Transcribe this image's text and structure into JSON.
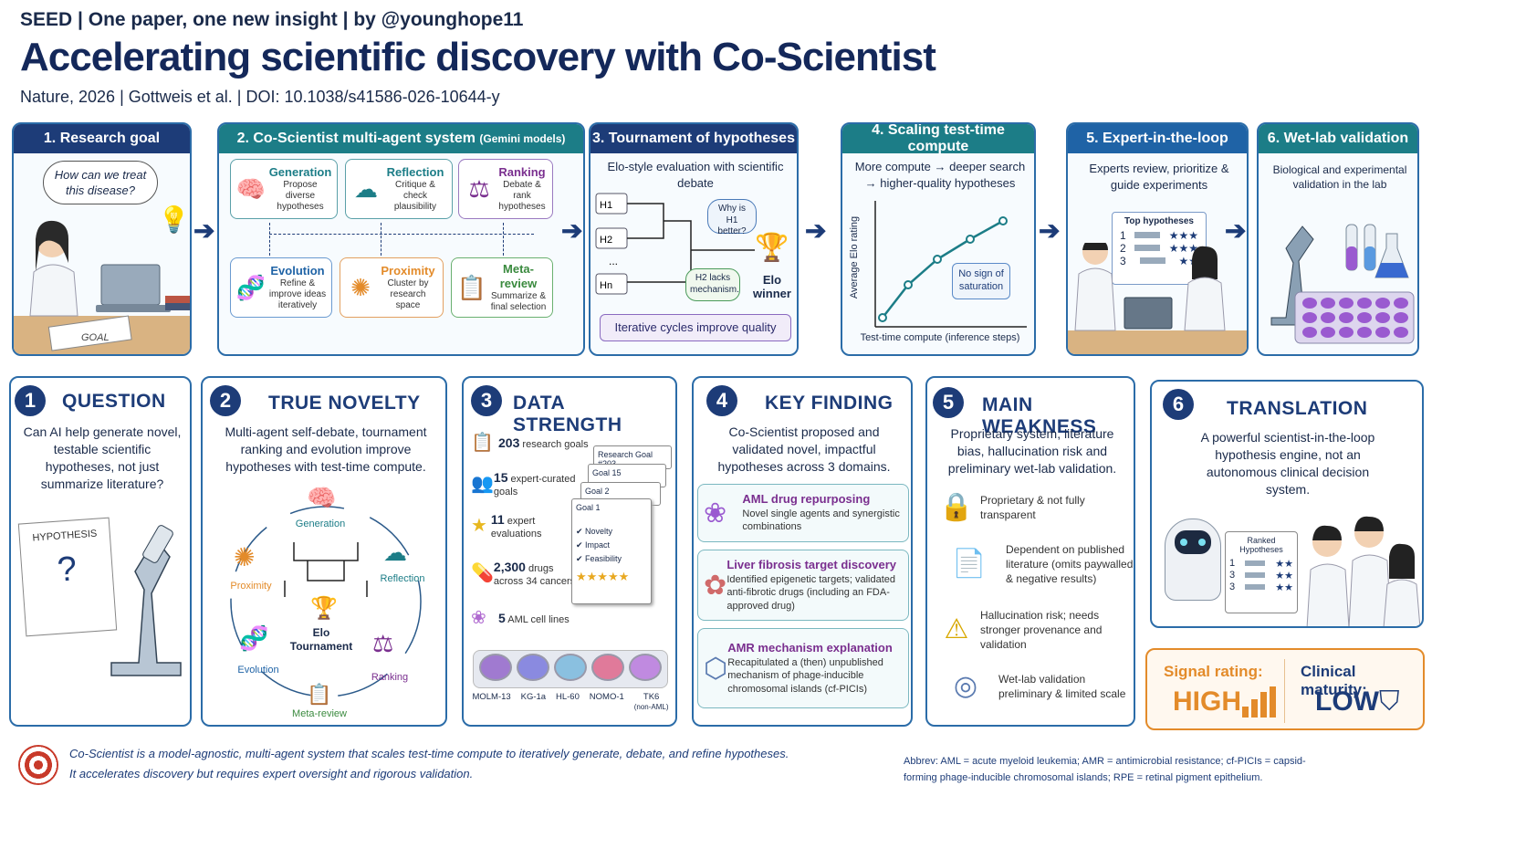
{
  "header": {
    "tagline": "SEED | One paper, one new insight | by @younghope11",
    "title": "Accelerating scientific discovery with Co-Scientist",
    "citation": "Nature, 2026 | Gottweis et al. | DOI: 10.1038/s41586-026-10644-y"
  },
  "pipeline": {
    "p1": {
      "title": "1. Research goal",
      "bubble": "How can we treat this disease?",
      "goal_label": "GOAL"
    },
    "p2": {
      "title": "2. Co-Scientist multi-agent system",
      "title_suffix": "(Gemini models)",
      "agents": [
        {
          "name": "Generation",
          "desc": "Propose diverse hypotheses",
          "icon": "brain-icon"
        },
        {
          "name": "Reflection",
          "desc": "Critique & check plausibility",
          "icon": "thought-cloud-icon"
        },
        {
          "name": "Ranking",
          "desc": "Debate & rank hypotheses",
          "icon": "scales-icon"
        },
        {
          "name": "Evolution",
          "desc": "Refine & improve ideas iteratively",
          "icon": "dna-icon"
        },
        {
          "name": "Proximity",
          "desc": "Cluster by research space",
          "icon": "network-icon"
        },
        {
          "name": "Meta-review",
          "desc": "Summarize & final selection",
          "icon": "checklist-icon"
        }
      ]
    },
    "p3": {
      "title": "3. Tournament of hypotheses",
      "subtitle": "Elo-style evaluation with scientific debate",
      "h1": "H1",
      "h2": "H2",
      "hn": "Hn",
      "dots": "...",
      "bubble1": "Why is H1 better?",
      "bubble2": "H2 lacks mechanism.",
      "winner": "Elo winner",
      "footer": "Iterative cycles improve quality"
    },
    "p4": {
      "title": "4. Scaling test-time compute",
      "subtitle": "More compute → deeper search → higher-quality hypotheses",
      "ylabel": "Average Elo rating",
      "xlabel": "Test-time compute (inference steps)",
      "note": "No sign of saturation"
    },
    "p5": {
      "title": "5. Expert-in-the-loop",
      "subtitle": "Experts review, prioritize & guide experiments",
      "board_title": "Top hypotheses",
      "ranks": [
        "1",
        "2",
        "3"
      ],
      "stars": [
        "★★★",
        "★★★",
        "★★"
      ]
    },
    "p6": {
      "title": "6. Wet-lab validation",
      "subtitle": "Biological and experimental validation in the lab"
    }
  },
  "cards": {
    "c1": {
      "num": "1",
      "title": "QUESTION",
      "body": "Can AI help generate novel, testable scientific hypotheses, not just summarize literature?",
      "paper_label": "HYPOTHESIS",
      "paper_mark": "?"
    },
    "c2": {
      "num": "2",
      "title": "TRUE NOVELTY",
      "body": "Multi-agent self-debate, tournament ranking and evolution improve hypotheses with test-time compute.",
      "cycle": [
        "Generation",
        "Reflection",
        "Ranking",
        "Meta-review",
        "Evolution",
        "Proximity"
      ],
      "center": "Elo Tournament"
    },
    "c3": {
      "num": "3",
      "title": "DATA STRENGTH",
      "stats": [
        {
          "value": "203",
          "label": "research goals",
          "icon": "checklist-icon"
        },
        {
          "value": "15",
          "label": "expert-curated goals",
          "icon": "people-icon"
        },
        {
          "value": "11",
          "label": "expert evaluations",
          "icon": "star-icon"
        },
        {
          "value": "2,300",
          "label": "drugs across 34 cancers",
          "icon": "pill-icon"
        },
        {
          "value": "5",
          "label": "AML cell lines",
          "icon": "cells-icon"
        }
      ],
      "goal_cards": [
        "Research Goal #203",
        "Goal 15",
        "Goal 2",
        "Goal 1"
      ],
      "criteria": [
        "Novelty",
        "Impact",
        "Feasibility"
      ],
      "rating_stars": "★★★★★",
      "cell_lines": [
        "MOLM-13",
        "KG-1a",
        "HL-60",
        "NOMO-1",
        "TK6"
      ],
      "cell_note": "(non-AML)"
    },
    "c4": {
      "num": "4",
      "title": "KEY FINDING",
      "body": "Co-Scientist proposed and validated novel, impactful hypotheses across 3 domains.",
      "findings": [
        {
          "head": "AML drug repurposing",
          "text": "Novel single agents and synergistic combinations"
        },
        {
          "head": "Liver fibrosis target discovery",
          "text": "Identified epigenetic targets; validated anti-fibrotic drugs (including an FDA-approved drug)"
        },
        {
          "head": "AMR mechanism explanation",
          "text": "Recapitulated a (then) unpublished mechanism of phage-inducible chromosomal islands (cf-PICIs)"
        }
      ]
    },
    "c5": {
      "num": "5",
      "title": "MAIN WEAKNESS",
      "body": "Proprietary system, literature bias, hallucination risk and preliminary wet-lab validation.",
      "items": [
        {
          "text": "Proprietary & not fully transparent",
          "icon": "server-lock-icon"
        },
        {
          "text": "Dependent on published literature (omits paywalled & negative results)",
          "icon": "documents-icon"
        },
        {
          "text": "Hallucination risk; needs stronger provenance and validation",
          "icon": "warning-icon"
        },
        {
          "text": "Wet-lab validation preliminary & limited scale",
          "icon": "petri-dish-icon"
        }
      ]
    },
    "c6": {
      "num": "6",
      "title": "TRANSLATION",
      "body": "A powerful scientist-in-the-loop hypothesis engine, not an autonomous clinical decision system.",
      "board_title": "Ranked Hypotheses",
      "ranks": [
        "1",
        "3",
        "3"
      ],
      "stars": [
        "★★",
        "★★",
        "★★"
      ],
      "signal_label": "Signal rating:",
      "signal_value": "HIGH",
      "maturity_label": "Clinical maturity:",
      "maturity_value": "LOW"
    }
  },
  "footer": {
    "line1": "Co-Scientist is a model-agnostic, multi-agent system that scales test-time compute to iteratively generate, debate, and refine hypotheses.",
    "line2": "It accelerates discovery but requires expert oversight and rigorous validation.",
    "abbrev": "Abbrev: AML = acute myeloid leukemia; AMR = antimicrobial resistance; cf-PICIs = capsid-forming phage-inducible chromosomal islands; RPE = retinal pigment epithelium."
  },
  "colors": {
    "navy": "#1d3c78",
    "teal": "#1c7d87",
    "orange": "#e38b2a",
    "purple": "#7a2f8f"
  }
}
